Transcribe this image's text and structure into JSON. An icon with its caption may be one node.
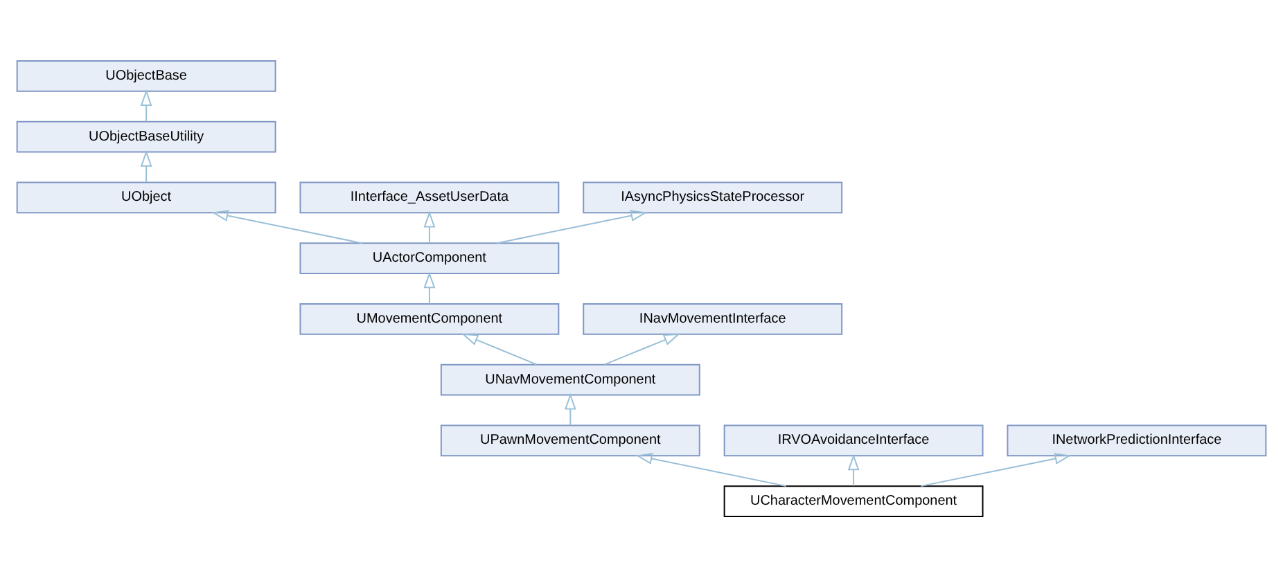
{
  "diagram": {
    "nodes": [
      {
        "text": [
          "UObjectBase"
        ]
      },
      {
        "text": [
          "UObjectBaseUtility"
        ]
      },
      {
        "text": [
          "UObject"
        ]
      },
      {
        "text": [
          "IInterface_AssetUserData"
        ]
      },
      {
        "text": [
          "IAsyncPhysicsStateProcessor"
        ]
      },
      {
        "text": [
          "UActorComponent"
        ]
      },
      {
        "text": [
          "UMovementComponent"
        ]
      },
      {
        "text": [
          "INavMovementInterface"
        ]
      },
      {
        "text": [
          "UNavMovementComponent"
        ]
      },
      {
        "text": [
          "UPawnMovementComponent"
        ]
      },
      {
        "text": [
          "IRVOAvoidanceInterface"
        ]
      },
      {
        "text": [
          "INetworkPredictionInterface"
        ]
      },
      {
        "text": [
          "UCharacterMovementComponent"
        ]
      }
    ],
    "edges": [
      {
        "from": 1,
        "to": 0,
        "arrow": "to"
      },
      {
        "from": 2,
        "to": 1,
        "arrow": "to"
      },
      {
        "from": 5,
        "to": 2,
        "arrow": "to"
      },
      {
        "from": 5,
        "to": 3,
        "arrow": "to"
      },
      {
        "from": 5,
        "to": 4,
        "arrow": "to"
      },
      {
        "from": 6,
        "to": 5,
        "arrow": "to"
      },
      {
        "from": 8,
        "to": 6,
        "arrow": "to"
      },
      {
        "from": 8,
        "to": 7,
        "arrow": "to"
      },
      {
        "from": 9,
        "to": 8,
        "arrow": "to"
      },
      {
        "from": 12,
        "to": 9,
        "arrow": "to"
      },
      {
        "from": 12,
        "to": 10,
        "arrow": "to"
      },
      {
        "from": 12,
        "to": 11,
        "arrow": "to"
      }
    ]
  }
}
